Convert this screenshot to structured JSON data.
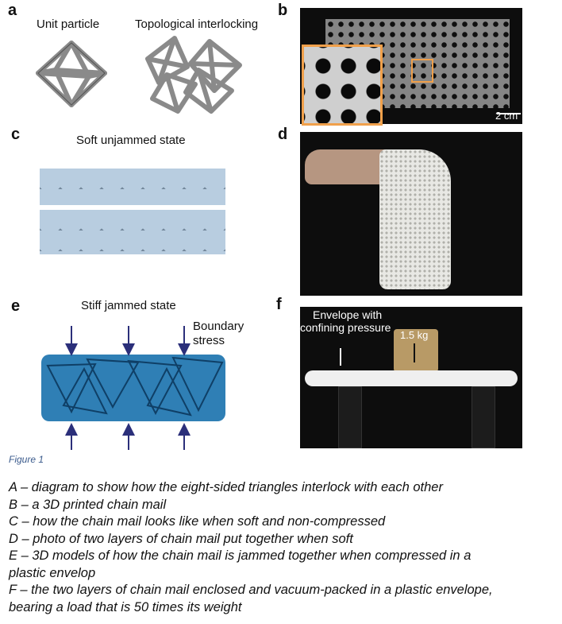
{
  "panels": {
    "a": {
      "letter": "a",
      "title_left": "Unit particle",
      "title_right": "Topological interlocking"
    },
    "b": {
      "letter": "b",
      "scale": "2 cm"
    },
    "c": {
      "letter": "c",
      "title": "Soft unjammed state"
    },
    "d": {
      "letter": "d"
    },
    "e": {
      "letter": "e",
      "title": "Stiff jammed state",
      "annotation_line1": "Boundary",
      "annotation_line2": "stress"
    },
    "f": {
      "letter": "f",
      "annotation_line1": "Envelope with",
      "annotation_line2": "confining pressure",
      "weight": "1.5 kg"
    }
  },
  "figure_label": "Figure 1",
  "legend": [
    "A – diagram to show how the eight-sided triangles interlock with each other",
    "B – a 3D printed chain mail",
    "C – how the chain mail looks like when soft and non-compressed",
    "D – photo of two layers of chain mail put together when soft",
    "E – 3D models of how the chain mail is jammed together when compressed in a",
    "plastic envelop",
    "F – the two layers of chain mail enclosed and vacuum-packed in a plastic envelope,",
    "bearing a load that is 50 times its weight"
  ],
  "colors": {
    "accent_orange": "#f0a04b",
    "arrow_navy": "#2b2f7a",
    "jammed_blue": "#2f7fb5",
    "soft_blue": "#b8cde0"
  }
}
